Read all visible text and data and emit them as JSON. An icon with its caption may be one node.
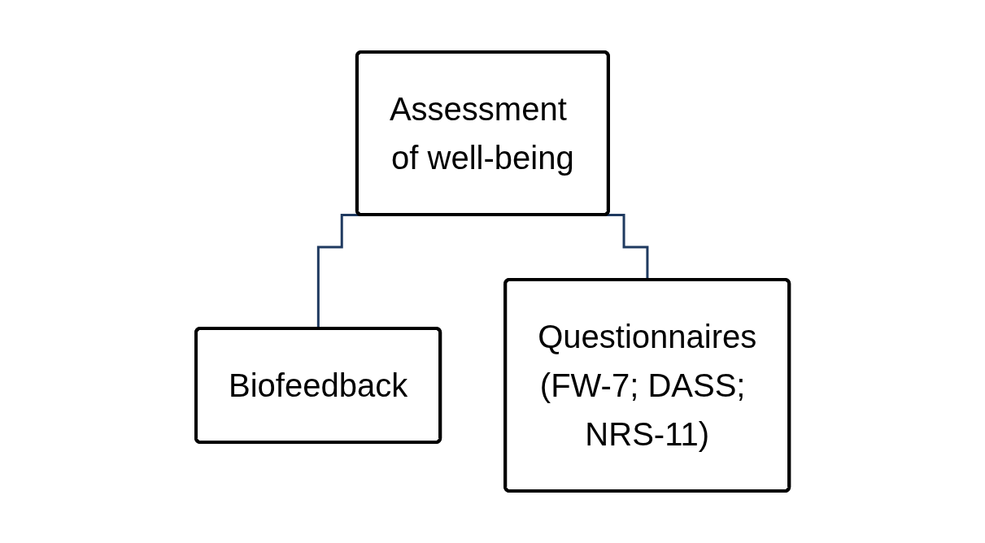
{
  "diagram": {
    "nodes": [
      {
        "text": [
          "Assessment of well-being"
        ]
      },
      {
        "text": [
          "Biofeedback"
        ]
      },
      {
        "text": [
          "Questionnaires",
          "(FW-7; DASS; NRS-11)"
        ]
      }
    ],
    "edges": [
      {
        "from": 0,
        "to": 1,
        "arrow": "none"
      },
      {
        "from": 0,
        "to": 2,
        "arrow": "none"
      }
    ]
  }
}
